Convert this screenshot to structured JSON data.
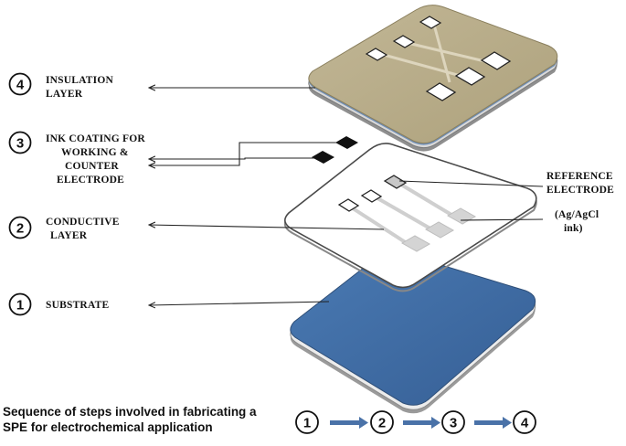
{
  "layers": [
    {
      "step": "4",
      "lines": [
        "INSULATION",
        "LAYER"
      ]
    },
    {
      "step": "3",
      "lines": [
        "INK COATING FOR",
        "WORKING &",
        "COUNTER",
        "ELECTRODE"
      ]
    },
    {
      "step": "2",
      "lines": [
        "CONDUCTIVE",
        "LAYER"
      ]
    },
    {
      "step": "1",
      "lines": [
        "SUBSTRATE"
      ]
    }
  ],
  "reference_label": [
    "REFERENCE",
    "ELECTRODE"
  ],
  "ink_label": [
    "(Ag/AgCl",
    "ink)"
  ],
  "caption": [
    "Sequence of steps involved in fabricating a",
    "SPE for electrochemical application"
  ],
  "sequence": [
    "1",
    "2",
    "3",
    "4"
  ],
  "colors": {
    "substrate": "#3f6fa8",
    "insulation": "#b7ab88",
    "pad": "#d9d9d9",
    "arrow": "#4a72a8",
    "ink": "#111111"
  }
}
